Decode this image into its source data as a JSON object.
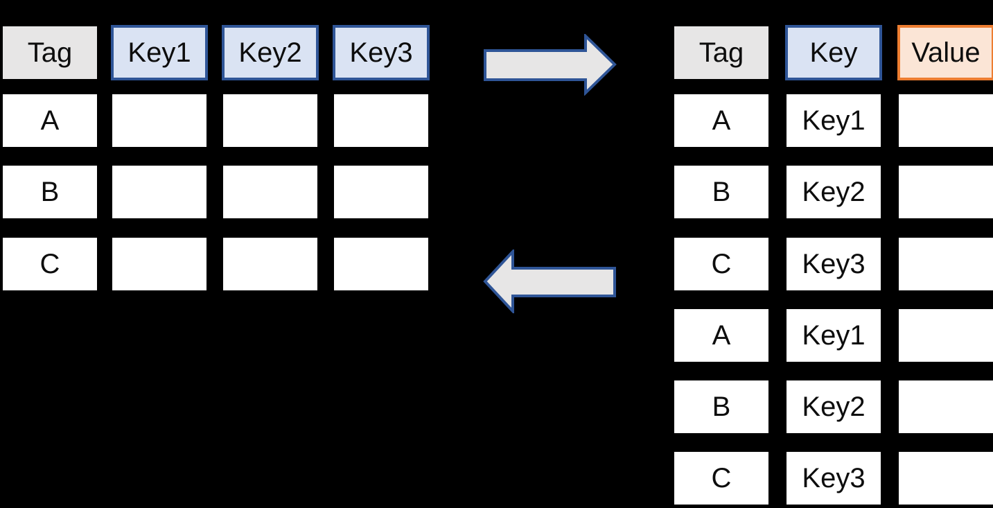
{
  "left_table": {
    "headers": [
      "Tag",
      "Key1",
      "Key2",
      "Key3"
    ],
    "rows": [
      [
        "A",
        "",
        "",
        ""
      ],
      [
        "B",
        "",
        "",
        ""
      ],
      [
        "C",
        "",
        "",
        ""
      ]
    ]
  },
  "right_table": {
    "headers": [
      "Tag",
      "Key",
      "Value"
    ],
    "rows": [
      [
        "A",
        "Key1",
        ""
      ],
      [
        "B",
        "Key2",
        ""
      ],
      [
        "C",
        "Key3",
        ""
      ],
      [
        "A",
        "Key1",
        ""
      ],
      [
        "B",
        "Key2",
        ""
      ],
      [
        "C",
        "Key3",
        ""
      ]
    ]
  },
  "colors": {
    "background": "#000000",
    "tag_header_fill": "#e7e6e6",
    "key_header_fill": "#dae3f3",
    "key_header_border": "#2f5597",
    "value_header_fill": "#fbe5d6",
    "value_header_border": "#ed7d31",
    "cell_fill": "#ffffff",
    "arrow_fill": "#e7e6e6",
    "arrow_border": "#2f5597"
  }
}
